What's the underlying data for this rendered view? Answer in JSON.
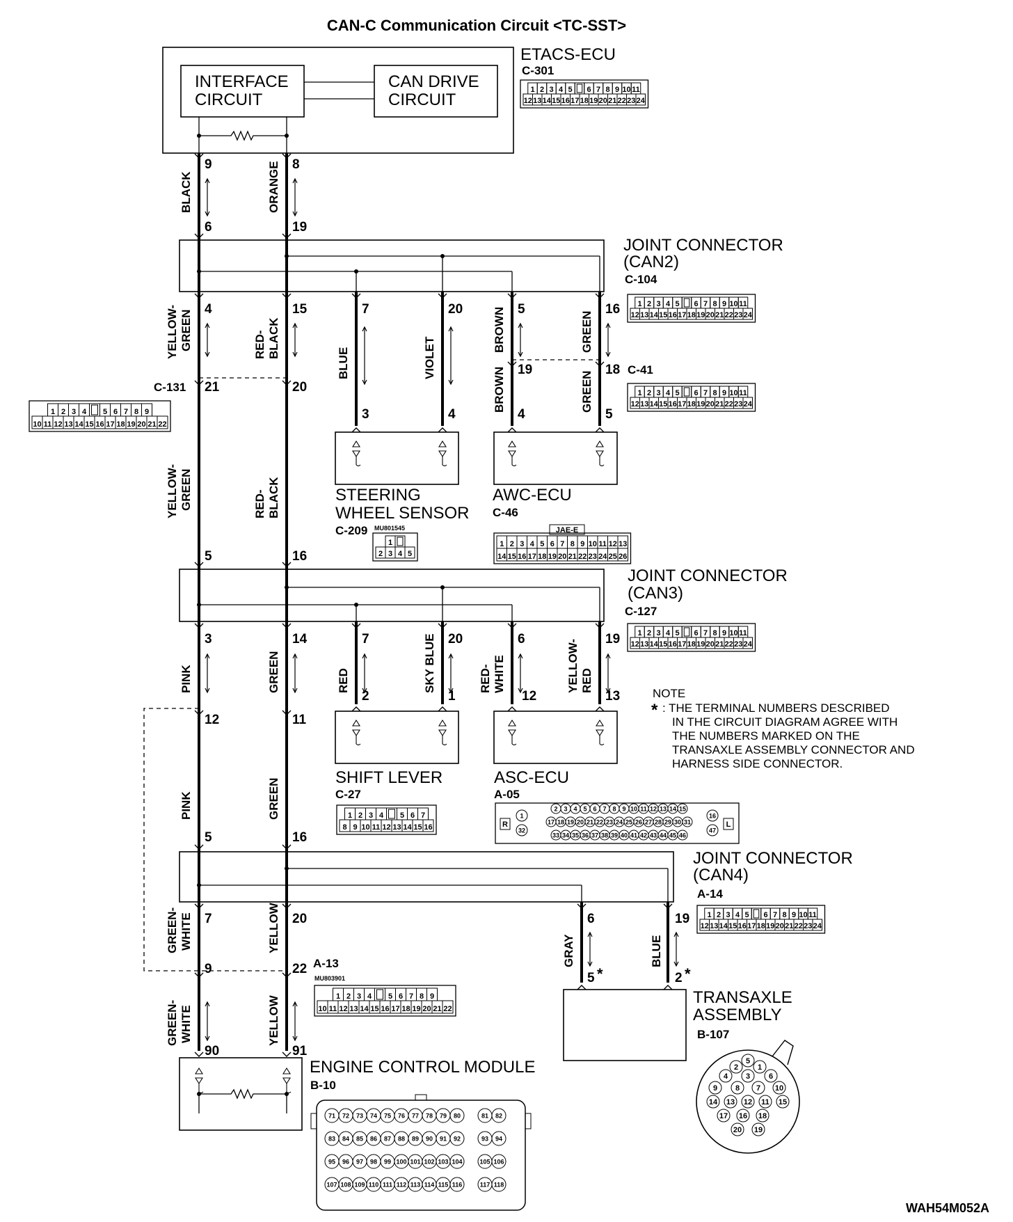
{
  "title": "CAN-C Communication Circuit <TC-SST>",
  "figure_id": "WAH54M052A",
  "components": {
    "etacs": {
      "name": "ETACS-ECU",
      "connector": "C-301"
    },
    "interface_circuit": [
      "INTERFACE",
      "CIRCUIT"
    ],
    "can_drive_circuit": [
      "CAN DRIVE",
      "CIRCUIT"
    ],
    "jc_can2": {
      "name": [
        "JOINT CONNECTOR",
        "(CAN2)"
      ],
      "connector": "C-104"
    },
    "c41": "C-41",
    "c131": "C-131",
    "steering": {
      "name": [
        "STEERING",
        "WHEEL SENSOR"
      ],
      "connector": "C-209",
      "part_no": "MU801545"
    },
    "awc": {
      "name": "AWC-ECU",
      "connector": "C-46",
      "header": "JAE-E"
    },
    "jc_can3": {
      "name": [
        "JOINT CONNECTOR",
        "(CAN3)"
      ],
      "connector": "C-127"
    },
    "shift_lever": {
      "name": "SHIFT LEVER",
      "connector": "C-27"
    },
    "asc": {
      "name": "ASC-ECU",
      "connector": "A-05"
    },
    "jc_can4": {
      "name": [
        "JOINT CONNECTOR",
        "(CAN4)"
      ],
      "connector": "A-14"
    },
    "a13": {
      "connector": "A-13",
      "part_no": "MU803901"
    },
    "transaxle": {
      "name": [
        "TRANSAXLE",
        "ASSEMBLY"
      ],
      "connector": "B-107"
    },
    "ecm": {
      "name": "ENGINE CONTROL MODULE",
      "connector": "B-10"
    }
  },
  "note": {
    "title": "NOTE",
    "marker": "*",
    "lines": [
      ": THE TERMINAL NUMBERS DESCRIBED",
      "IN THE CIRCUIT DIAGRAM AGREE WITH",
      "THE NUMBERS MARKED ON THE",
      "TRANSAXLE ASSEMBLY CONNECTOR AND",
      "HARNESS SIDE CONNECTOR."
    ]
  },
  "wire_colors": {
    "etacs_l": "BLACK",
    "etacs_r": "ORANGE",
    "yg_1": "YELLOW-",
    "yg_2": "GREEN",
    "rb_1": "RED-",
    "rb_2": "BLACK",
    "blue": "BLUE",
    "violet": "VIOLET",
    "brown": "BROWN",
    "green": "GREEN",
    "pink": "PINK",
    "red": "RED",
    "sky_blue": "SKY BLUE",
    "rw_1": "RED-",
    "rw_2": "WHITE",
    "yr_1": "YELLOW-",
    "yr_2": "RED",
    "gw_1": "GREEN-",
    "gw_2": "WHITE",
    "yellow": "YELLOW",
    "gray": "GRAY"
  },
  "pins": {
    "etacs_l": "9",
    "etacs_r": "8",
    "can2_in_l": "6",
    "can2_in_r": "19",
    "can2_out": [
      "4",
      "15",
      "7",
      "20",
      "5",
      "16"
    ],
    "c41_top": [
      "19",
      "18"
    ],
    "c131": [
      "21",
      "20"
    ],
    "steer": [
      "3",
      "4"
    ],
    "awc": [
      "4",
      "5"
    ],
    "can3_in": [
      "5",
      "16"
    ],
    "can3_out": [
      "3",
      "14",
      "7",
      "20",
      "6",
      "19"
    ],
    "shift": [
      "2",
      "1"
    ],
    "asc": [
      "12",
      "13"
    ],
    "mid": [
      "12",
      "11"
    ],
    "can4_in": [
      "5",
      "16"
    ],
    "can4_out": [
      "7",
      "20",
      "6",
      "19"
    ],
    "trans": [
      "5",
      "2"
    ],
    "star": "*",
    "a13": [
      "9",
      "22"
    ],
    "ecm": [
      "90",
      "91"
    ]
  },
  "connector_grids": {
    "c301": [
      [
        "1",
        "2",
        "3",
        "4",
        "5",
        "",
        "6",
        "7",
        "8",
        "9",
        "10",
        "11"
      ],
      [
        "12",
        "13",
        "14",
        "15",
        "16",
        "17",
        "18",
        "19",
        "20",
        "21",
        "22",
        "23",
        "24"
      ]
    ],
    "c104": [
      [
        "1",
        "2",
        "3",
        "4",
        "5",
        "",
        "6",
        "7",
        "8",
        "9",
        "10",
        "11"
      ],
      [
        "12",
        "13",
        "14",
        "15",
        "16",
        "17",
        "18",
        "19",
        "20",
        "21",
        "22",
        "23",
        "24"
      ]
    ],
    "c41": [
      [
        "1",
        "2",
        "3",
        "4",
        "5",
        "",
        "6",
        "7",
        "8",
        "9",
        "10",
        "11"
      ],
      [
        "12",
        "13",
        "14",
        "15",
        "16",
        "17",
        "18",
        "19",
        "20",
        "21",
        "22",
        "23",
        "24"
      ]
    ],
    "c127": [
      [
        "1",
        "2",
        "3",
        "4",
        "5",
        "",
        "6",
        "7",
        "8",
        "9",
        "10",
        "11"
      ],
      [
        "12",
        "13",
        "14",
        "15",
        "16",
        "17",
        "18",
        "19",
        "20",
        "21",
        "22",
        "23",
        "24"
      ]
    ],
    "a14": [
      [
        "1",
        "2",
        "3",
        "4",
        "5",
        "",
        "6",
        "7",
        "8",
        "9",
        "10",
        "11"
      ],
      [
        "12",
        "13",
        "14",
        "15",
        "16",
        "17",
        "18",
        "19",
        "20",
        "21",
        "22",
        "23",
        "24"
      ]
    ],
    "c131": [
      [
        "1",
        "2",
        "3",
        "4",
        "",
        "5",
        "6",
        "7",
        "8",
        "9"
      ],
      [
        "10",
        "11",
        "12",
        "13",
        "14",
        "15",
        "16",
        "17",
        "18",
        "19",
        "20",
        "21",
        "22"
      ]
    ],
    "a13": [
      [
        "1",
        "2",
        "3",
        "4",
        "",
        "5",
        "6",
        "7",
        "8",
        "9"
      ],
      [
        "10",
        "11",
        "12",
        "13",
        "14",
        "15",
        "16",
        "17",
        "18",
        "19",
        "20",
        "21",
        "22"
      ]
    ],
    "c209": [
      [
        "1",
        ""
      ],
      [
        "2",
        "3",
        "4",
        "5"
      ]
    ],
    "c46": [
      [
        "1",
        "2",
        "3",
        "4",
        "5",
        "6",
        "7",
        "8",
        "9",
        "10",
        "11",
        "12",
        "13"
      ],
      [
        "14",
        "15",
        "16",
        "17",
        "18",
        "19",
        "20",
        "21",
        "22",
        "23",
        "24",
        "25",
        "26"
      ]
    ],
    "c27": [
      [
        "1",
        "2",
        "3",
        "4",
        "",
        "5",
        "6",
        "7"
      ],
      [
        "8",
        "9",
        "10",
        "11",
        "12",
        "13",
        "14",
        "15",
        "16"
      ]
    ],
    "a05": {
      "side_l": "R",
      "side_r": "L",
      "left": [
        "1",
        "32"
      ],
      "right": [
        "16",
        "47"
      ],
      "rows": [
        [
          "2",
          "3",
          "4",
          "5",
          "6",
          "7",
          "8",
          "9",
          "10",
          "11",
          "12",
          "13",
          "14",
          "15"
        ],
        [
          "17",
          "18",
          "19",
          "20",
          "21",
          "22",
          "23",
          "24",
          "25",
          "26",
          "27",
          "28",
          "29",
          "30",
          "31"
        ],
        [
          "33",
          "34",
          "35",
          "36",
          "37",
          "38",
          "39",
          "40",
          "41",
          "42",
          "43",
          "44",
          "45",
          "46"
        ]
      ]
    },
    "b10": [
      [
        "71",
        "72",
        "73",
        "74",
        "75",
        "76",
        "77",
        "78",
        "79",
        "80",
        "81",
        "82"
      ],
      [
        "83",
        "84",
        "85",
        "86",
        "87",
        "88",
        "89",
        "90",
        "91",
        "92",
        "93",
        "94"
      ],
      [
        "95",
        "96",
        "97",
        "98",
        "99",
        "100",
        "101",
        "102",
        "103",
        "104",
        "105",
        "106"
      ],
      [
        "107",
        "108",
        "109",
        "110",
        "111",
        "112",
        "113",
        "114",
        "115",
        "116",
        "117",
        "118"
      ]
    ],
    "b107": [
      "1",
      "2",
      "3",
      "4",
      "5",
      "6",
      "7",
      "8",
      "9",
      "10",
      "11",
      "12",
      "13",
      "14",
      "15",
      "16",
      "17",
      "18",
      "19",
      "20"
    ]
  }
}
